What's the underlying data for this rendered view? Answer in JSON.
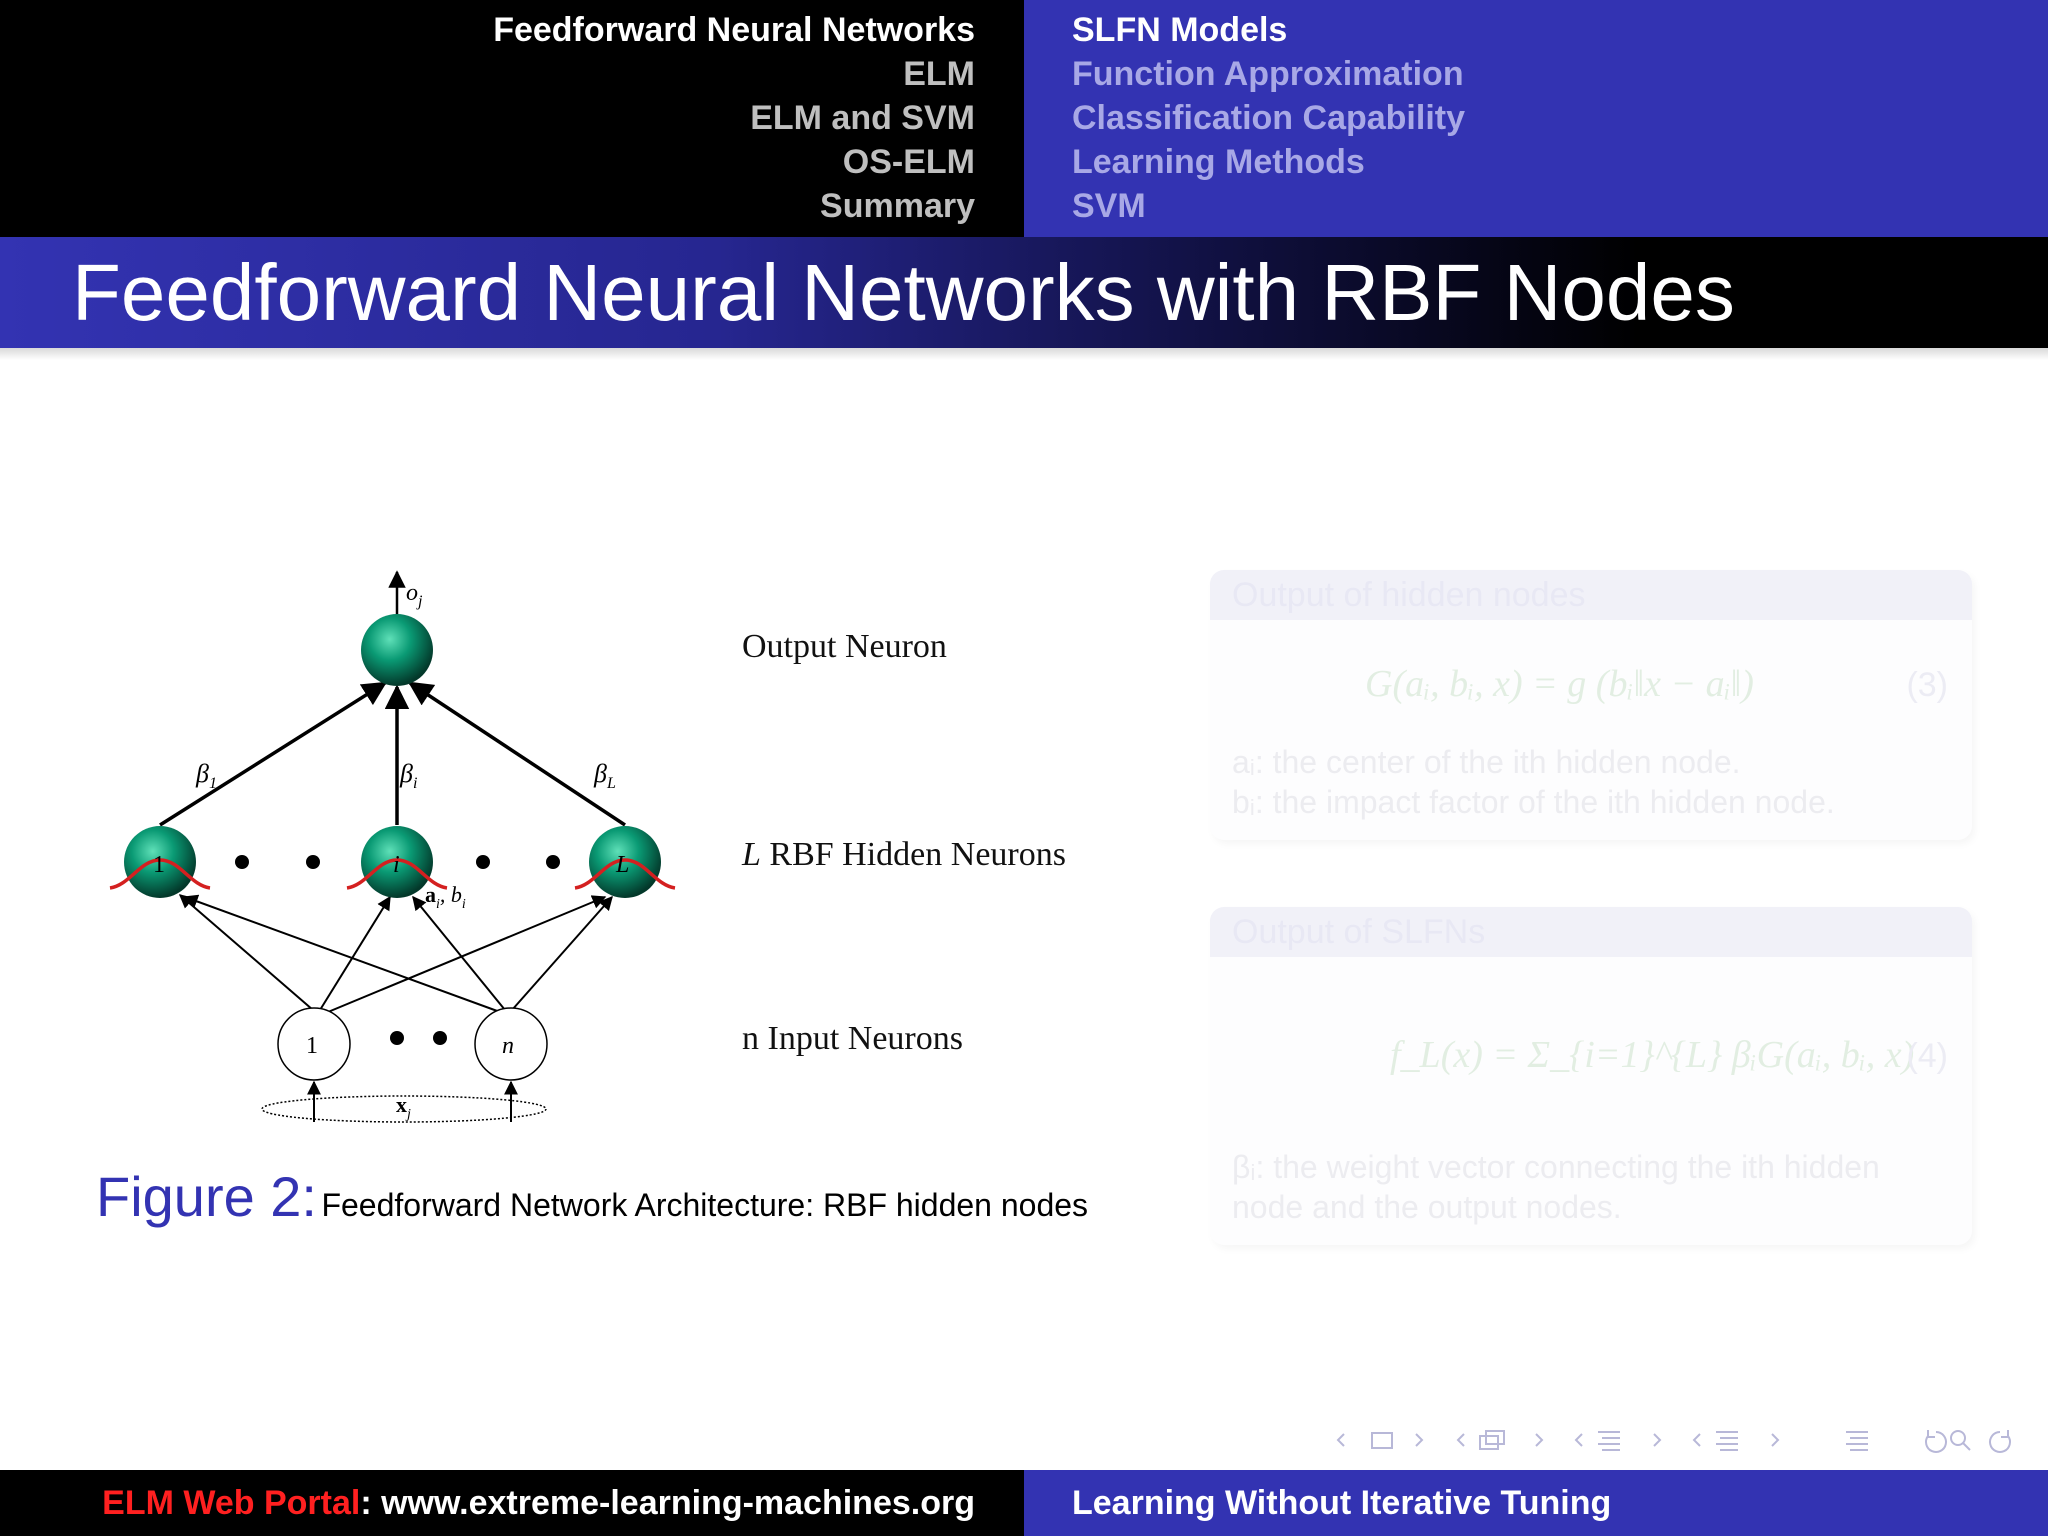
{
  "header": {
    "sections": [
      "Feedforward Neural Networks",
      "ELM",
      "ELM and SVM",
      "OS-ELM",
      "Summary"
    ],
    "subsections": [
      "SLFN Models",
      "Function Approximation",
      "Classification Capability",
      "Learning Methods",
      "SVM"
    ]
  },
  "slide": {
    "title": "Feedforward Neural Networks with RBF Nodes"
  },
  "diagram": {
    "output_symbol": "o",
    "output_sub": "j",
    "beta_1": "β",
    "beta_1_sub": "1",
    "beta_i": "β",
    "beta_i_sub": "i",
    "beta_L": "β",
    "beta_L_sub": "L",
    "hidden_1": "1",
    "hidden_i": "i",
    "hidden_L": "L",
    "params": "a",
    "params_sub": "i",
    "params_b": "b",
    "params_b_sub": "i",
    "input_1": "1",
    "input_n": "n",
    "x_label": "x",
    "x_sub": "j",
    "label_output": "Output Neuron",
    "label_hidden_L": "L",
    "label_hidden": "RBF Hidden Neurons",
    "label_input": "n Input Neurons"
  },
  "caption": {
    "prefix": "Figure 2:",
    "text": "Feedforward Network Architecture: RBF hidden nodes"
  },
  "block1": {
    "title": "Output of hidden nodes",
    "equation": "G(aᵢ, bᵢ, x) = g (bᵢ‖x − aᵢ‖)",
    "number": "(3)",
    "line1": "aᵢ: the center of the ith hidden node.",
    "line2": "bᵢ: the impact factor of the ith hidden node."
  },
  "block2": {
    "title": "Output of SLFNs",
    "equation": "f_L(x) = Σ_{i=1}^{L} βᵢG(aᵢ, bᵢ, x)",
    "number": "(4)",
    "line1": "βᵢ: the weight vector connecting the ith hidden",
    "line2": "node and the output nodes."
  },
  "footer": {
    "portal": "ELM Web Portal",
    "url": ": www.extreme-learning-machines.org",
    "right": "Learning Without Iterative Tuning"
  },
  "colors": {
    "beamer_blue": "#3333b2",
    "neuron_green": "#0a8a6a",
    "rbf_red": "#d42020",
    "portal_red": "#ff2020"
  }
}
